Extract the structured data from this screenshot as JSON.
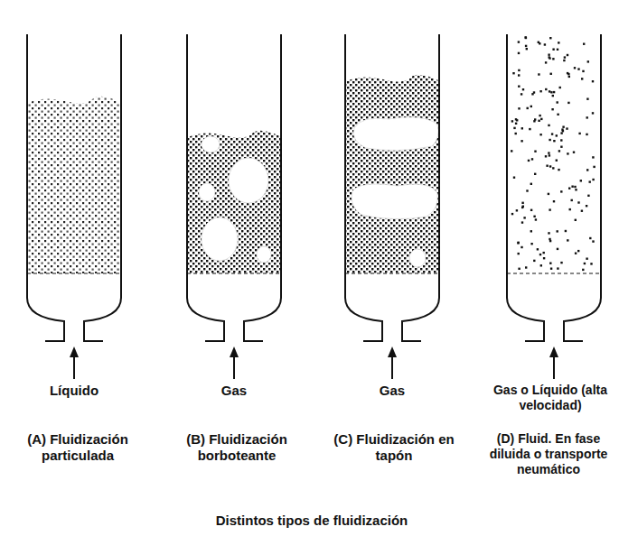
{
  "diagram": {
    "caption": "Distintos tipos de fluidización",
    "labels": [
      "Líquido",
      "Gas",
      "Gas",
      "Gas o Líquido (alta velocidad)",
      "(A) Fluidización particulada",
      "(B) Fluidización borboteante",
      "(C) Fluidización en tapón",
      "(D) Fluid. En fase diluida o transporte neumático"
    ]
  }
}
